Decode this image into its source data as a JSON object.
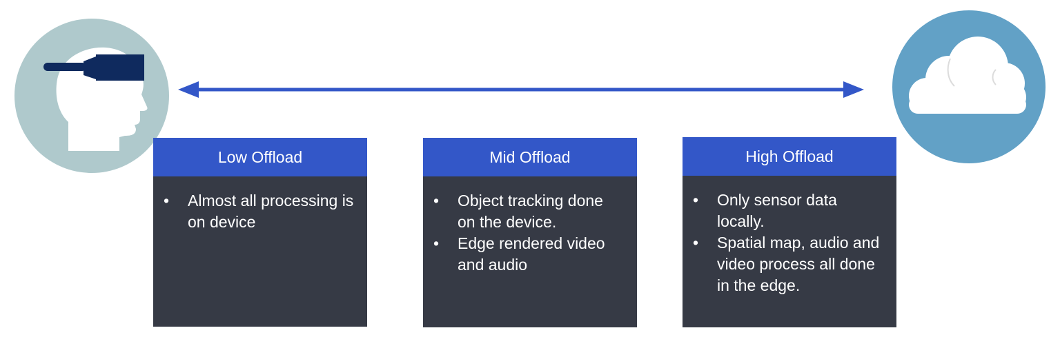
{
  "cards": [
    {
      "title": "Low Offload",
      "bullets": [
        "Almost all processing is on device"
      ]
    },
    {
      "title": "Mid Offload",
      "bullets": [
        "Object tracking done on the device.",
        "Edge rendered video and audio"
      ]
    },
    {
      "title": "High Offload",
      "bullets": [
        "Only sensor data locally.",
        "Spatial map, audio and video process all done in the edge."
      ]
    }
  ],
  "icons": {
    "left": "headset-user-icon",
    "right": "cloud-icon",
    "connector": "double-arrow-icon"
  },
  "colors": {
    "header": "#3357c8",
    "body": "#363a45",
    "arrow": "#3357c8",
    "head_circle": "#afc9cc",
    "cloud_circle": "#62a1c6",
    "headset": "#0f2a5e"
  }
}
